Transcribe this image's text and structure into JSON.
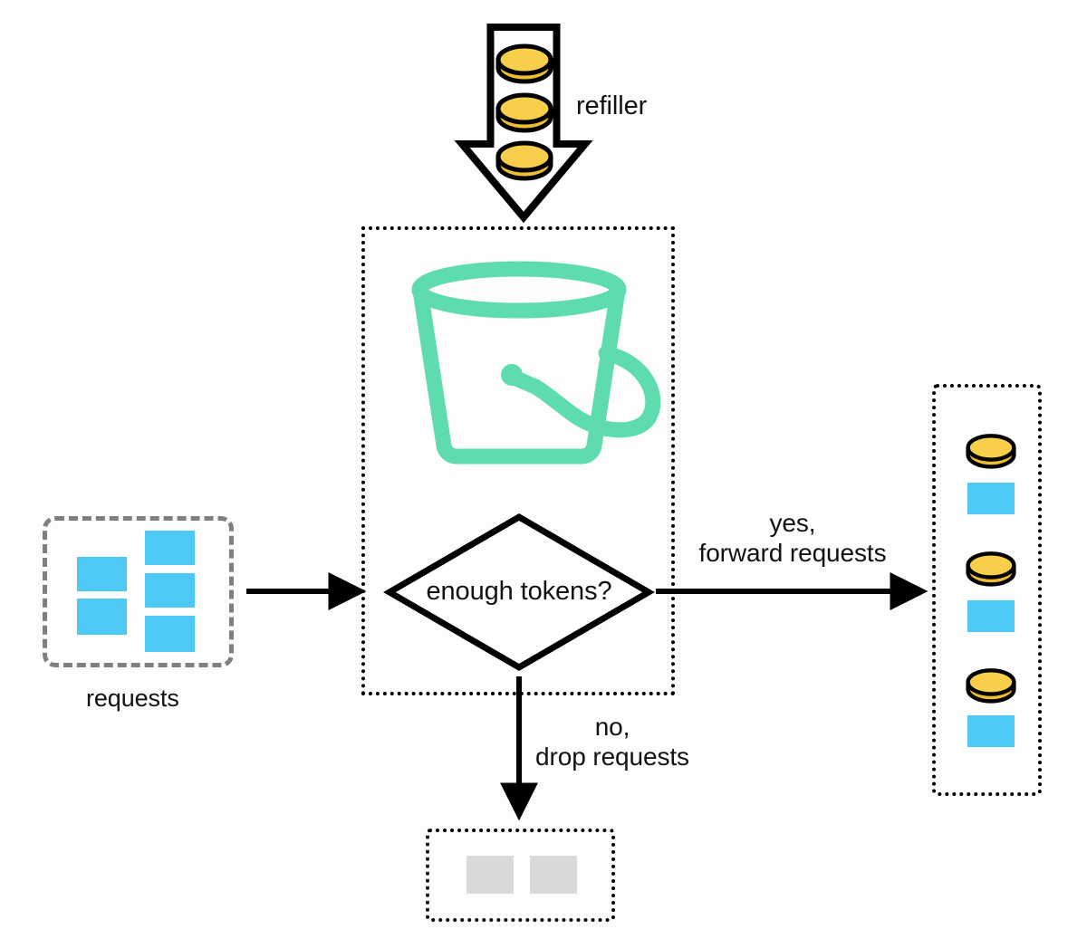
{
  "diagram": {
    "title": "token-bucket-rate-limiter",
    "labels": {
      "refiller": "refiller",
      "requests": "requests",
      "decision": "enough tokens?",
      "yes_branch": "yes,\nforward requests",
      "no_branch": "no,\ndrop requests"
    },
    "colors": {
      "bucket_green": "#5FDCAE",
      "token_gold": "#F8CF4A",
      "token_gold_dark": "#EFBE2E",
      "request_blue": "#4EC8F4",
      "dropped_gray": "#D9D9D9",
      "outline_black": "#000000",
      "dashed_gray": "#7F7F7F",
      "background": "#FDFDFD"
    },
    "refiller": {
      "direction": "down",
      "token_count": 3,
      "tokens": [
        "token",
        "token",
        "token"
      ]
    },
    "bucket_zone": {
      "border_style": "dotted",
      "icon": "bucket-icon",
      "decision_shape": "diamond"
    },
    "requests_zone": {
      "border_style": "dashed",
      "tile_count": 5,
      "tiles": [
        "request",
        "request",
        "request",
        "request",
        "request"
      ]
    },
    "forwarded_zone": {
      "border_style": "dotted",
      "pair_count": 3,
      "pairs": [
        {
          "token": "token",
          "request": "request"
        },
        {
          "token": "token",
          "request": "request"
        },
        {
          "token": "token",
          "request": "request"
        }
      ]
    },
    "dropped_zone": {
      "border_style": "dotted",
      "tile_count": 2,
      "tiles": [
        "dropped-request",
        "dropped-request"
      ]
    },
    "connectors": [
      {
        "name": "refiller-to-bucket",
        "from": "refiller",
        "to": "bucket-zone",
        "direction": "down"
      },
      {
        "name": "requests-to-decision",
        "from": "requests-zone",
        "to": "decision",
        "direction": "right"
      },
      {
        "name": "decision-to-forwarded",
        "from": "decision",
        "to": "forwarded-zone",
        "direction": "right",
        "label": "yes, forward requests"
      },
      {
        "name": "decision-to-dropped",
        "from": "decision",
        "to": "dropped-zone",
        "direction": "down",
        "label": "no, drop requests"
      }
    ]
  }
}
